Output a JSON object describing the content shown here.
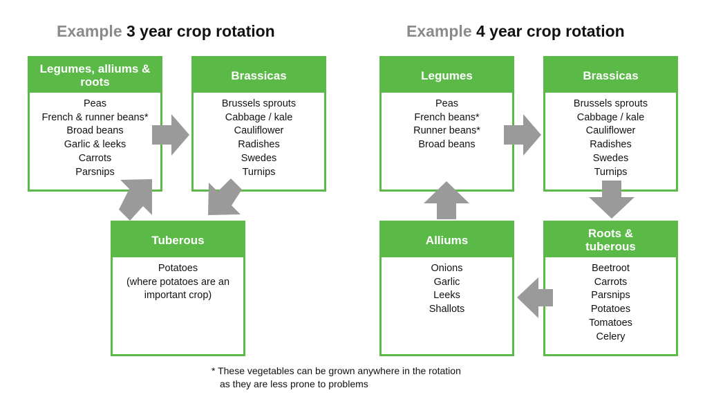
{
  "titles": {
    "left": {
      "prefix": "Example",
      "main": "3 year crop rotation"
    },
    "right": {
      "prefix": "Example",
      "main": "4 year crop rotation"
    }
  },
  "three_year": {
    "legumes_alliums_roots": {
      "title": "Legumes, alliums & roots",
      "items": [
        "Peas",
        "French & runner beans*",
        "Broad beans",
        "Garlic & leeks",
        "Carrots",
        "Parsnips"
      ]
    },
    "brassicas": {
      "title": "Brassicas",
      "items": [
        "Brussels sprouts",
        "Cabbage / kale",
        "Cauliflower",
        "Radishes",
        "Swedes",
        "Turnips"
      ]
    },
    "tuberous": {
      "title": "Tuberous",
      "items": [
        "Potatoes",
        "(where potatoes are an important crop)"
      ]
    }
  },
  "four_year": {
    "legumes": {
      "title": "Legumes",
      "items": [
        "Peas",
        "French beans*",
        "Runner beans*",
        "Broad beans"
      ]
    },
    "brassicas": {
      "title": "Brassicas",
      "items": [
        "Brussels sprouts",
        "Cabbage / kale",
        "Cauliflower",
        "Radishes",
        "Swedes",
        "Turnips"
      ]
    },
    "roots_tuberous": {
      "title": "Roots & tuberous",
      "items": [
        "Beetroot",
        "Carrots",
        "Parsnips",
        "Potatoes",
        "Tomatoes",
        "Celery"
      ]
    },
    "alliums": {
      "title": "Alliums",
      "items": [
        "Onions",
        "Garlic",
        "Leeks",
        "Shallots"
      ]
    }
  },
  "footnote": {
    "line1": "* These vegetables can be grown anywhere in the rotation",
    "line2": "as they are less prone to problems"
  },
  "colors": {
    "accent": "#5ab947",
    "arrow": "#9a9a9a",
    "title_prefix": "#8a8a8a"
  }
}
